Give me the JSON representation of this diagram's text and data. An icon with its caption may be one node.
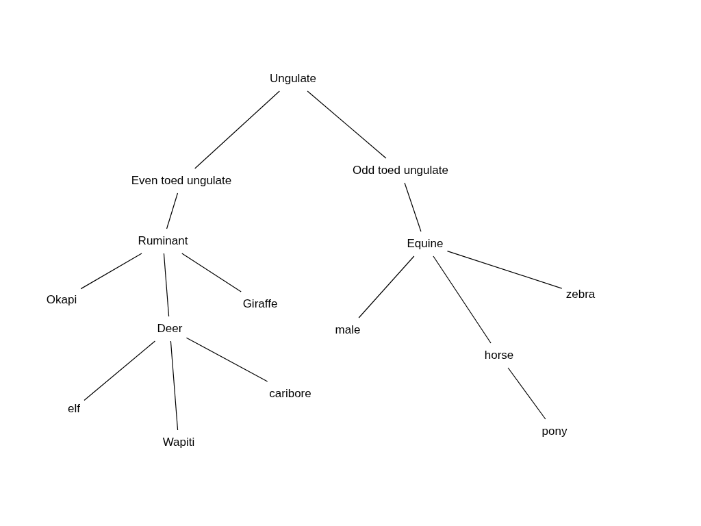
{
  "diagram": {
    "nodes": [
      {
        "text": [
          "Ungulate"
        ]
      },
      {
        "text": [
          "Even toed ungulate"
        ]
      },
      {
        "text": [
          "Odd toed ungulate"
        ]
      },
      {
        "text": [
          "Ruminant"
        ]
      },
      {
        "text": [
          "Equine"
        ]
      },
      {
        "text": [
          "Okapi"
        ]
      },
      {
        "text": [
          "Giraffe"
        ]
      },
      {
        "text": [
          "Deer"
        ]
      },
      {
        "text": [
          "male"
        ]
      },
      {
        "text": [
          "zebra"
        ]
      },
      {
        "text": [
          "horse"
        ]
      },
      {
        "text": [
          "elf"
        ]
      },
      {
        "text": [
          "caribore"
        ]
      },
      {
        "text": [
          "Wapiti"
        ]
      },
      {
        "text": [
          "pony"
        ]
      }
    ],
    "edges": [
      {
        "from": 0,
        "to": 1,
        "arrow": "none"
      },
      {
        "from": 0,
        "to": 2,
        "arrow": "none"
      },
      {
        "from": 1,
        "to": 3,
        "arrow": "none"
      },
      {
        "from": 2,
        "to": 4,
        "arrow": "none"
      },
      {
        "from": 3,
        "to": 5,
        "arrow": "none"
      },
      {
        "from": 3,
        "to": 7,
        "arrow": "none"
      },
      {
        "from": 3,
        "to": 6,
        "arrow": "none"
      },
      {
        "from": 4,
        "to": 8,
        "arrow": "none"
      },
      {
        "from": 4,
        "to": 10,
        "arrow": "none"
      },
      {
        "from": 4,
        "to": 9,
        "arrow": "none"
      },
      {
        "from": 7,
        "to": 11,
        "arrow": "none"
      },
      {
        "from": 7,
        "to": 13,
        "arrow": "none"
      },
      {
        "from": 7,
        "to": 12,
        "arrow": "none"
      },
      {
        "from": 10,
        "to": 14,
        "arrow": "none"
      }
    ]
  }
}
